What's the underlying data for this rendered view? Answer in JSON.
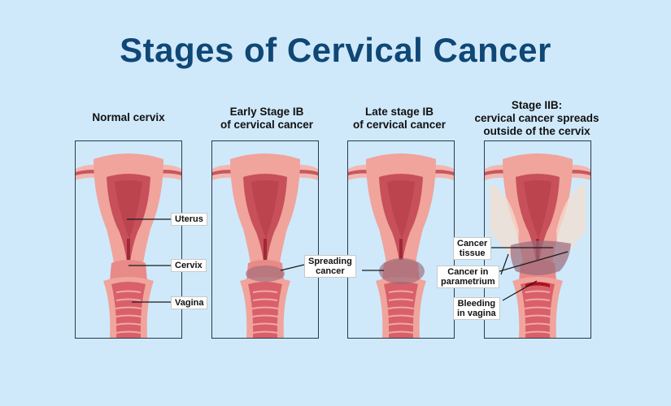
{
  "title": "Stages of Cervical Cancer",
  "panels": [
    {
      "caption": [
        "Normal cervix"
      ]
    },
    {
      "caption": [
        "Early Stage IB",
        "of cervical cancer"
      ]
    },
    {
      "caption": [
        "Late stage IB",
        "of cervical cancer"
      ]
    },
    {
      "caption": [
        "Stage IIB:",
        "cervical cancer spreads",
        "outside of the cervix"
      ]
    }
  ],
  "labels": {
    "uterus": "Uterus",
    "cervix": "Cervix",
    "vagina": "Vagina",
    "spreading_cancer": [
      "Spreading",
      "cancer"
    ],
    "cancer_tissue": [
      "Cancer",
      "tissue"
    ],
    "cancer_in_parametrium": [
      "Cancer in",
      "parametrium"
    ],
    "bleeding_in_vagina": [
      "Bleeding",
      "in vagina"
    ]
  },
  "colors": {
    "background": "#cfe9fb",
    "title": "#0f4775",
    "tissue": "#f0a49c",
    "muscle": "#c8505a",
    "cancer": "#9a6a7a",
    "bleeding": "#b01020"
  }
}
